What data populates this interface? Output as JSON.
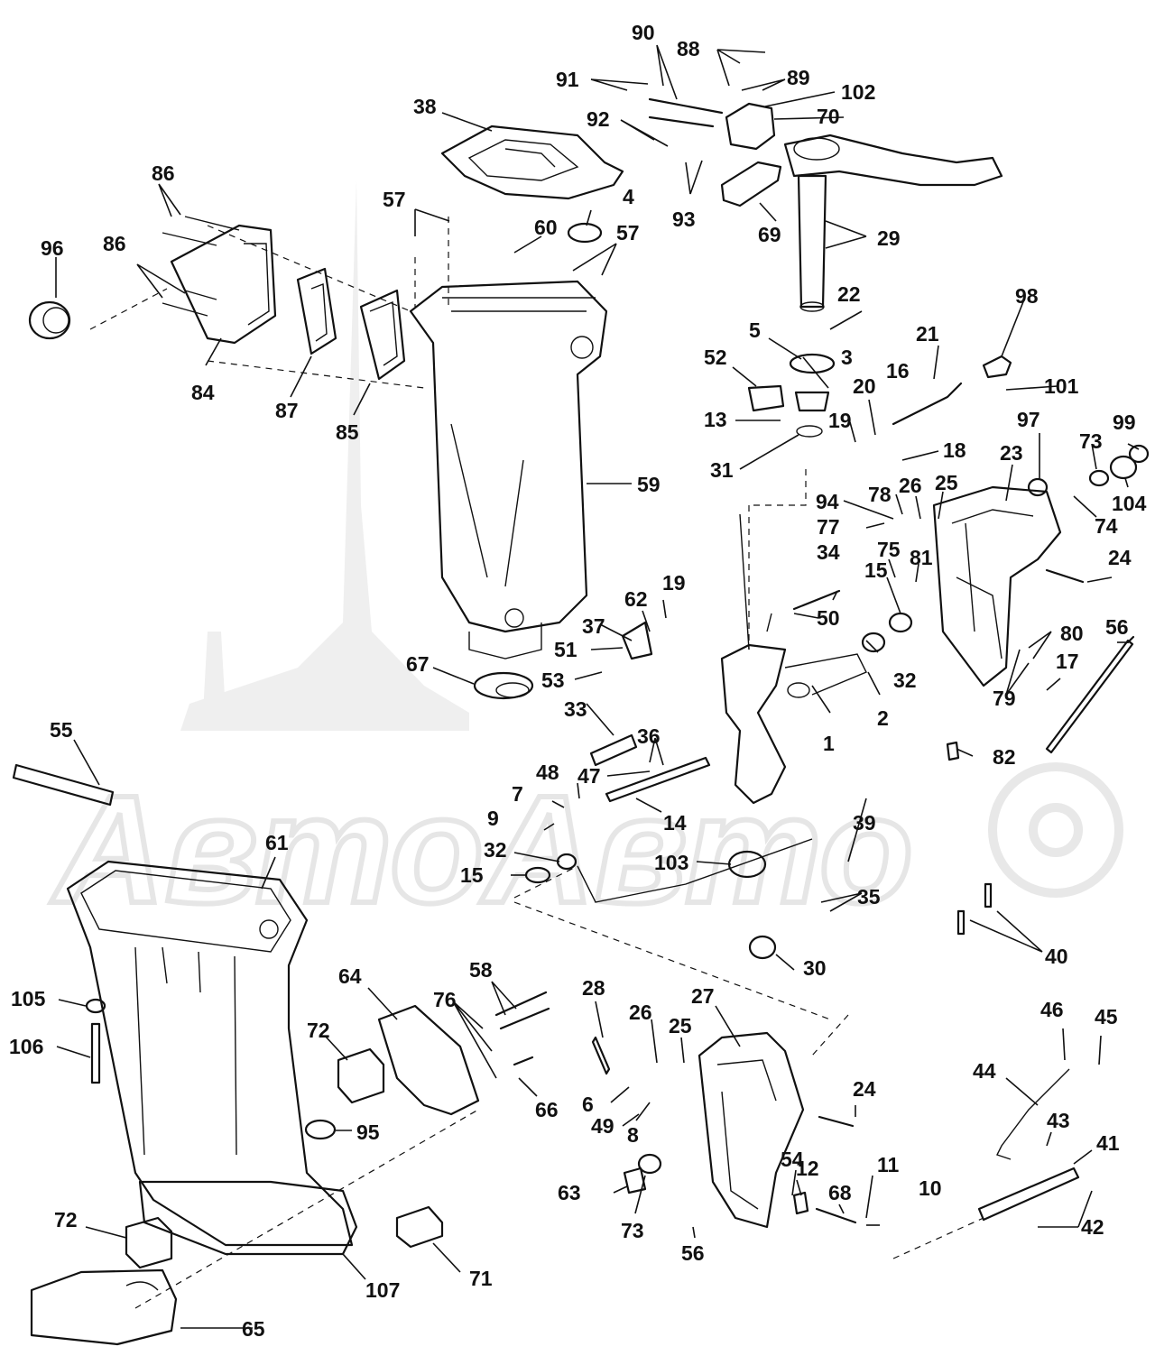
{
  "watermark": {
    "text": "АвтоАвто"
  },
  "callouts": [
    "1",
    "2",
    "3",
    "4",
    "5",
    "6",
    "7",
    "8",
    "9",
    "10",
    "11",
    "12",
    "13",
    "14",
    "15",
    "15",
    "16",
    "17",
    "18",
    "19",
    "19",
    "20",
    "21",
    "22",
    "23",
    "24",
    "24",
    "25",
    "25",
    "26",
    "26",
    "27",
    "28",
    "29",
    "30",
    "31",
    "32",
    "32",
    "33",
    "34",
    "35",
    "36",
    "37",
    "38",
    "39",
    "40",
    "41",
    "42",
    "43",
    "44",
    "45",
    "46",
    "47",
    "48",
    "49",
    "50",
    "51",
    "52",
    "53",
    "54",
    "55",
    "56",
    "56",
    "57",
    "57",
    "58",
    "59",
    "60",
    "61",
    "62",
    "63",
    "64",
    "65",
    "66",
    "67",
    "68",
    "69",
    "70",
    "71",
    "72",
    "72",
    "73",
    "73",
    "74",
    "75",
    "76",
    "77",
    "78",
    "79",
    "80",
    "81",
    "82",
    "84",
    "85",
    "86",
    "86",
    "87",
    "88",
    "89",
    "90",
    "91",
    "92",
    "93",
    "94",
    "95",
    "96",
    "97",
    "98",
    "99",
    "101",
    "102",
    "103",
    "104",
    "105",
    "106",
    "107"
  ]
}
